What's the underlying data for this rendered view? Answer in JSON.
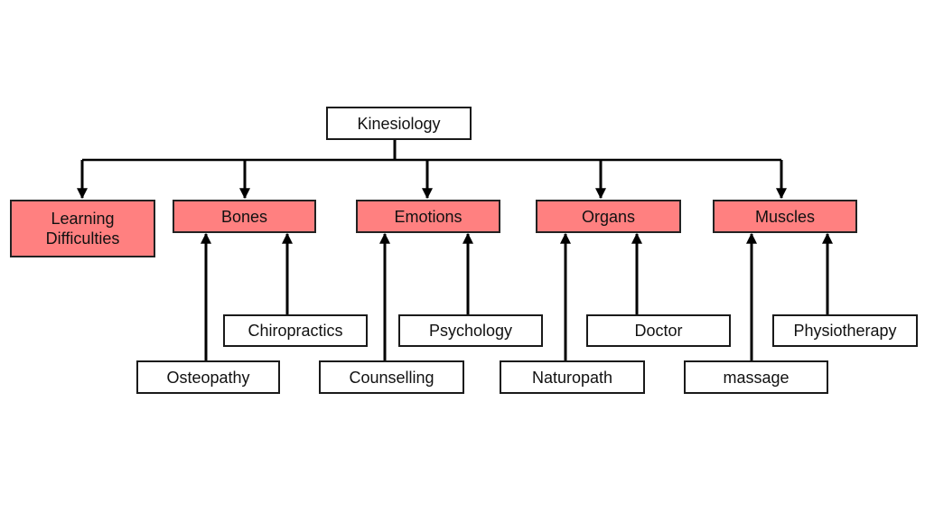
{
  "root": {
    "label": "Kinesiology"
  },
  "categories": [
    {
      "label": "Learning Difficulties"
    },
    {
      "label": "Bones"
    },
    {
      "label": "Emotions"
    },
    {
      "label": "Organs"
    },
    {
      "label": "Muscles"
    }
  ],
  "therapies": {
    "chiropractics": "Chiropractics",
    "osteopathy": "Osteopathy",
    "psychology": "Psychology",
    "counselling": "Counselling",
    "doctor": "Doctor",
    "naturopath": "Naturopath",
    "physiotherapy": "Physiotherapy",
    "massage": "massage"
  },
  "colors": {
    "category_fill": "#ff8080",
    "line": "#000000"
  }
}
